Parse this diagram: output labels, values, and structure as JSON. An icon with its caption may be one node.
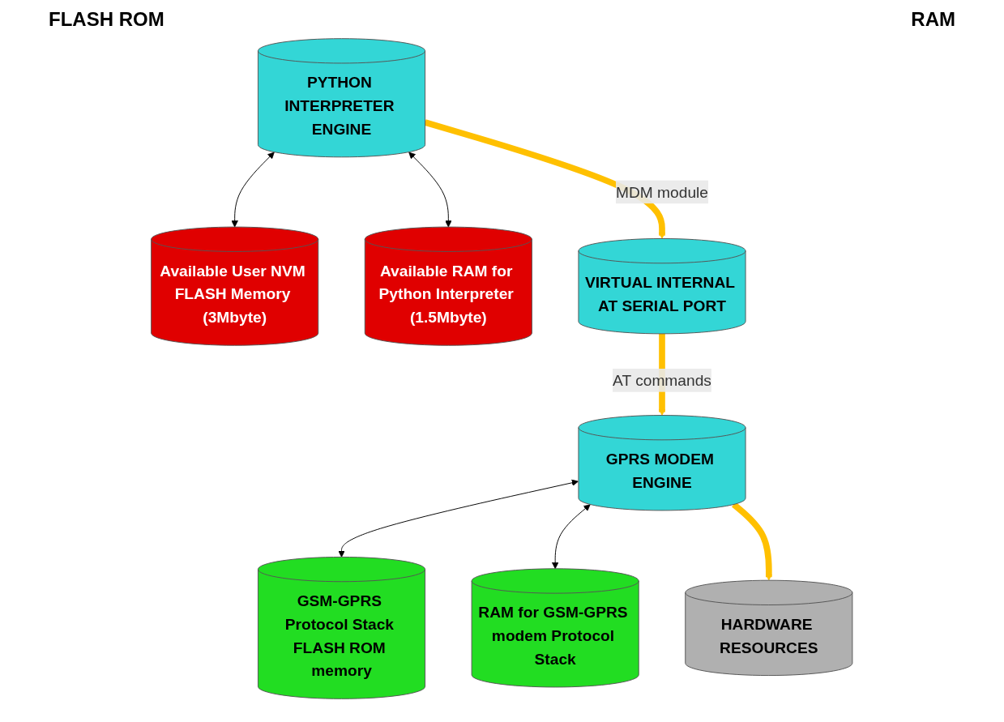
{
  "diagram": {
    "nodes": [
      {
        "text": [
          "Available User NVM FLASH Memory (3Mbyte)"
        ]
      },
      {
        "text": [
          "PYTHON INTERPRETER ENGINE"
        ]
      },
      {
        "text": [
          "Available RAM for Python Interpreter (1.5Mbyte)"
        ]
      },
      {
        "text": [
          "VIRTUAL INTERNAL AT SERIAL PORT"
        ]
      },
      {
        "text": [
          "GSM-GPRS Protocol Stack FLASH ROM memory"
        ]
      },
      {
        "text": [
          "GPRS MODEM ENGINE"
        ]
      },
      {
        "text": [
          "RAM for GSM-GPRS modem Protocol Stack"
        ]
      },
      {
        "text": [
          "HARDWARE RESOURCES"
        ]
      }
    ],
    "edges": [
      {
        "from": 1,
        "to": 0,
        "arrow": "both"
      },
      {
        "from": 1,
        "to": 2,
        "arrow": "both"
      },
      {
        "from": 1,
        "to": 3,
        "arrow": "to",
        "label": "MDM module",
        "style": "thick",
        "color": "#ffc000"
      },
      {
        "from": 3,
        "to": 5,
        "arrow": "to",
        "label": "AT commands",
        "style": "thick",
        "color": "#ffc000"
      },
      {
        "from": 5,
        "to": 4,
        "arrow": "both"
      },
      {
        "from": 5,
        "to": 6,
        "arrow": "both"
      },
      {
        "from": 5,
        "to": 7,
        "arrow": "to",
        "style": "thick",
        "color": "#ffc000"
      }
    ],
    "labels": [
      "FLASH ROM",
      "RAM"
    ]
  }
}
